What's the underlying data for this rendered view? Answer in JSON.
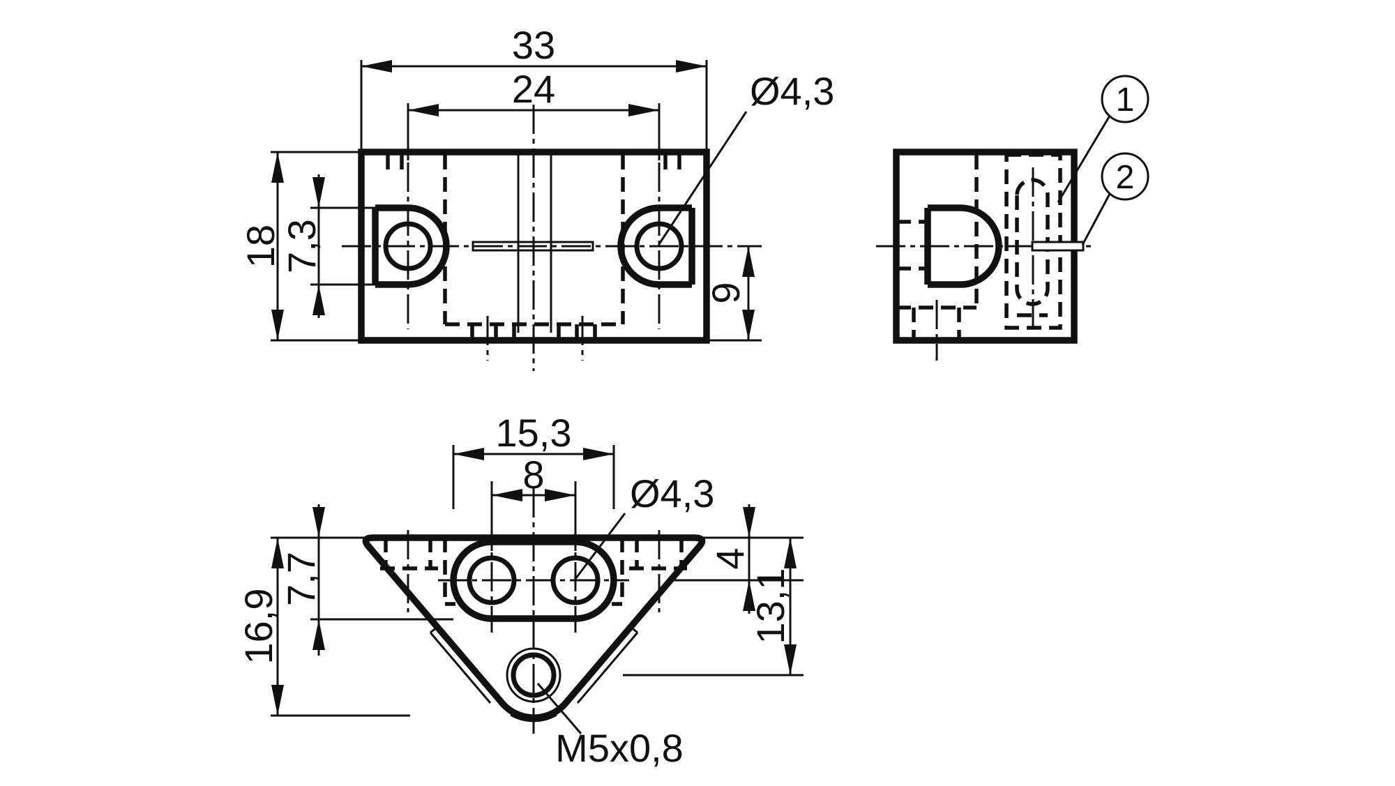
{
  "drawing": {
    "type": "technical-dimension-drawing",
    "views": {
      "front": {
        "dim_overall_width": "33",
        "dim_hole_spacing": "24",
        "dim_hole_diameter": "Ø4,3",
        "dim_overall_height": "18",
        "dim_pocket_height": "7,3",
        "dim_center_to_bottom": "9"
      },
      "side": {
        "callouts": [
          {
            "number": "1"
          },
          {
            "number": "2"
          }
        ]
      },
      "bottom": {
        "dim_pocket_width": "15,3",
        "dim_hole_spacing": "8",
        "dim_hole_diameter": "Ø4,3",
        "dim_pocket_depth": "7,7",
        "dim_overall_depth": "16,9",
        "dim_edge_to_hole_center": "4",
        "dim_edge_to_thread_center": "13,1",
        "dim_thread": "M5x0,8"
      }
    },
    "colors": {
      "line": "#111111",
      "background": "#ffffff"
    }
  }
}
